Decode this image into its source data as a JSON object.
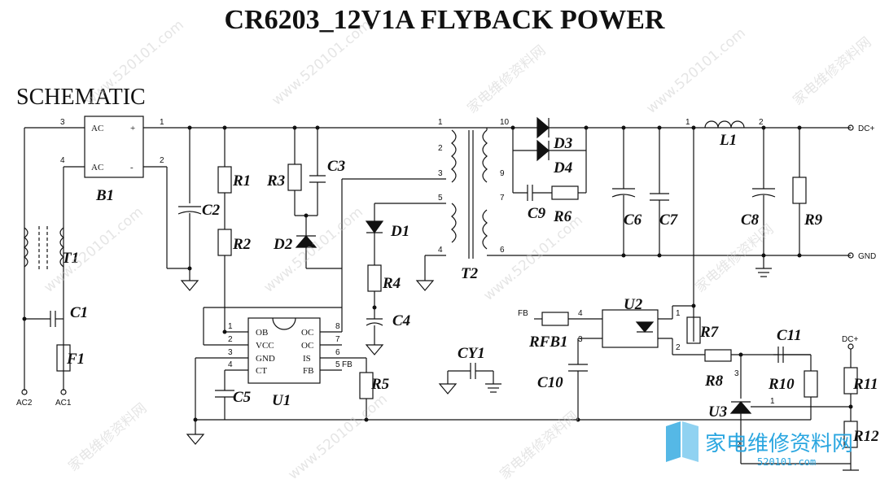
{
  "title": "CR6203_12V1A FLYBACK POWER",
  "subtitle": "SCHEMATIC",
  "components": {
    "B1": "B1",
    "C1": "C1",
    "F1": "F1",
    "T1": "T1",
    "C2": "C2",
    "R1": "R1",
    "R2": "R2",
    "R3": "R3",
    "C3": "C3",
    "D2": "D2",
    "D1": "D1",
    "R4": "R4",
    "C4": "C4",
    "T2": "T2",
    "D3": "D3",
    "D4": "D4",
    "C9": "C9",
    "R6": "R6",
    "C6": "C6",
    "C7": "C7",
    "L1": "L1",
    "C8": "C8",
    "R9": "R9",
    "U1": "U1",
    "C5": "C5",
    "R5": "R5",
    "CY1": "CY1",
    "U2": "U2",
    "RFB1": "RFB1",
    "C10": "C10",
    "R7": "R7",
    "R8": "R8",
    "C11": "C11",
    "R10": "R10",
    "U3": "U3",
    "R11": "R11",
    "R12": "R12"
  },
  "nets": {
    "dcplus": "DC+",
    "gnd": "GND",
    "dcplus2": "DC+",
    "ac1": "AC1",
    "ac2": "AC2",
    "fb": "FB",
    "fb_pin": "FB"
  },
  "bridge_pins": {
    "ac1": "AC",
    "ac2": "AC",
    "plus": "+",
    "minus": "-"
  },
  "u1_pins": {
    "p1": "OB",
    "p2": "VCC",
    "p3": "GND",
    "p4": "CT",
    "p8": "OC",
    "p7": "OC",
    "p6": "IS",
    "p5": "FB"
  },
  "pin_numbers": [
    "1",
    "2",
    "3",
    "4",
    "5",
    "6",
    "7",
    "8",
    "9",
    "10"
  ],
  "watermark": "www.520101.com",
  "watermark_cn": "家电维修资料网",
  "logo": {
    "text": "家电维修资料网",
    "url": "520101.com"
  }
}
